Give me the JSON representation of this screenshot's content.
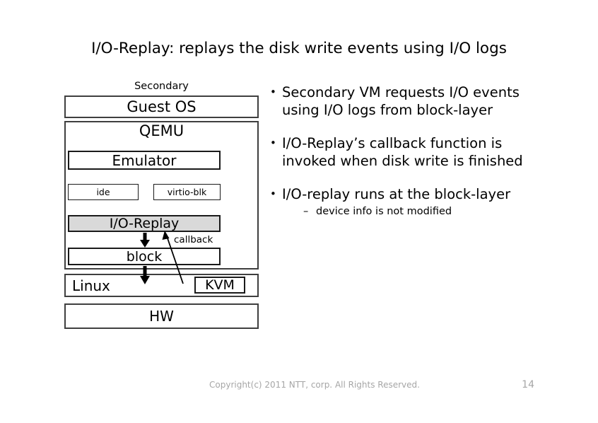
{
  "slide": {
    "title": "I/O-Replay: replays the disk write events using I/O logs",
    "accent_color_dark": "#27456f",
    "accent_color_light": "#e8eef8"
  },
  "diagram": {
    "caption": "Secondary",
    "boxes": {
      "guest_os": "Guest OS",
      "qemu": "QEMU",
      "emulator": "Emulator",
      "ide": "ide",
      "virtio_blk": "virtio-blk",
      "io_replay": "I/O-Replay",
      "block": "block",
      "linux": "Linux",
      "kvm": "KVM",
      "hw": "HW"
    },
    "highlight_fill": "#d9d9d9",
    "arrow_label": "callback"
  },
  "bullets": [
    {
      "text": "Secondary VM requests I/O events using I/O logs from block-layer"
    },
    {
      "text": "I/O-Replay’s callback function is invoked when disk write is finished"
    },
    {
      "text": "I/O-replay runs at the block-layer",
      "sub": "device info is not modified"
    }
  ],
  "footer": {
    "copyright": "Copyright(c) 2011 NTT, corp. All Rights Reserved.",
    "page_number": "14"
  }
}
